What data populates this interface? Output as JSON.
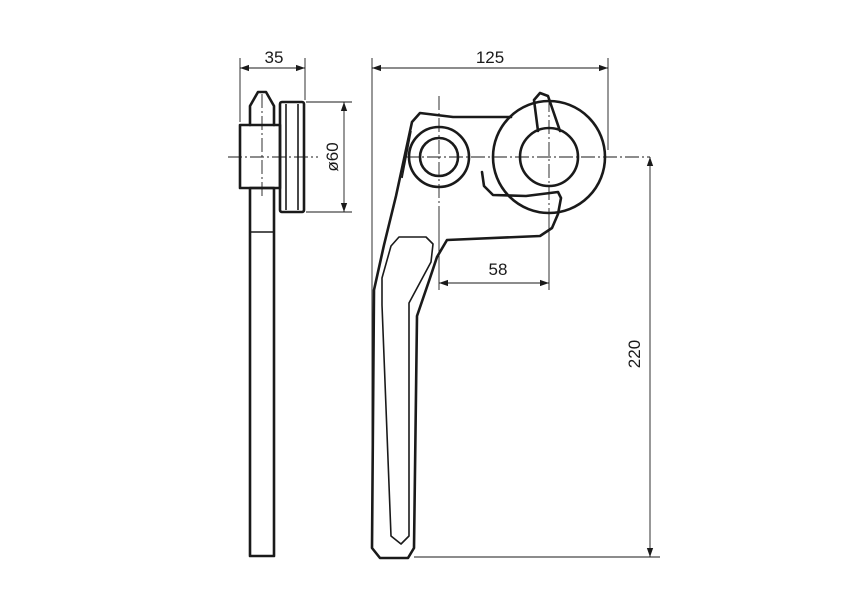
{
  "dimensions": {
    "side_width": "35",
    "diameter": "ø60",
    "overall_width": "125",
    "center_offset": "58",
    "height": "220"
  },
  "colors": {
    "line": "#1a1a1a",
    "background": "#ffffff"
  }
}
